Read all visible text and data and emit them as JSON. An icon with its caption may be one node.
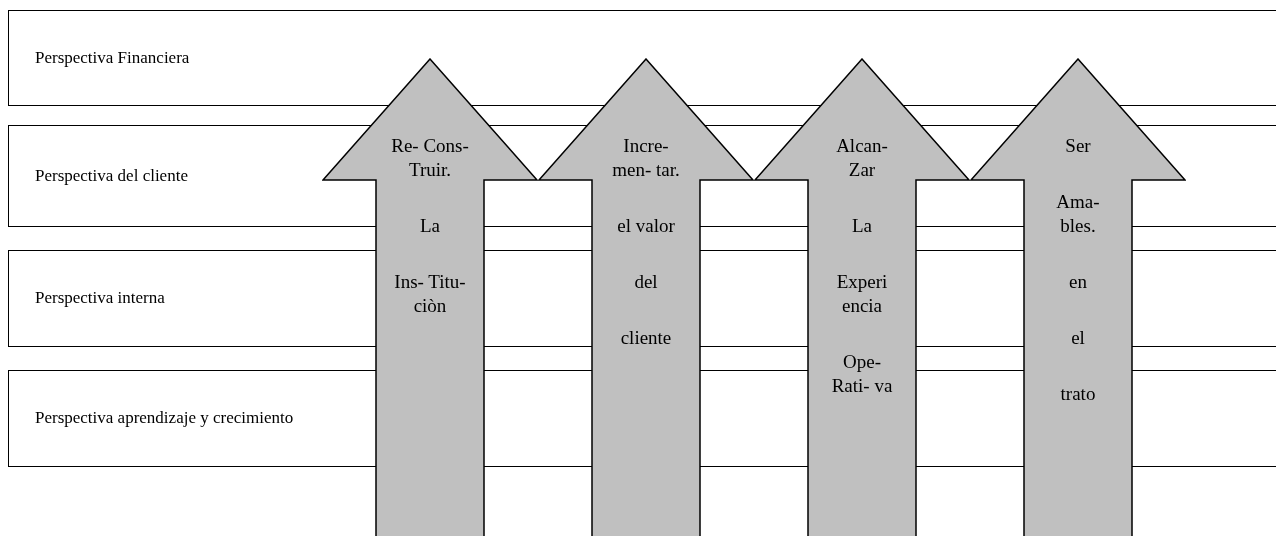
{
  "diagram": {
    "nodes": [
      {
        "text": [
          "Perspectiva Financiera"
        ]
      },
      {
        "text": [
          "Perspectiva del cliente"
        ]
      },
      {
        "text": [
          "Perspectiva interna"
        ]
      },
      {
        "text": [
          "Perspectiva aprendizaje y crecimiento"
        ]
      },
      {
        "text": [
          "Re- Cons- Truir.",
          "La",
          "Ins- Titu- ciòn"
        ]
      },
      {
        "text": [
          "Incre- men- tar.",
          "el valor",
          "del",
          "cliente"
        ]
      },
      {
        "text": [
          "Alcan- Zar",
          "La",
          "Experi encia",
          "Ope- Rati- va"
        ]
      },
      {
        "text": [
          "Ser",
          "Ama- bles.",
          "en",
          "el",
          "trato"
        ]
      }
    ],
    "edges": []
  }
}
